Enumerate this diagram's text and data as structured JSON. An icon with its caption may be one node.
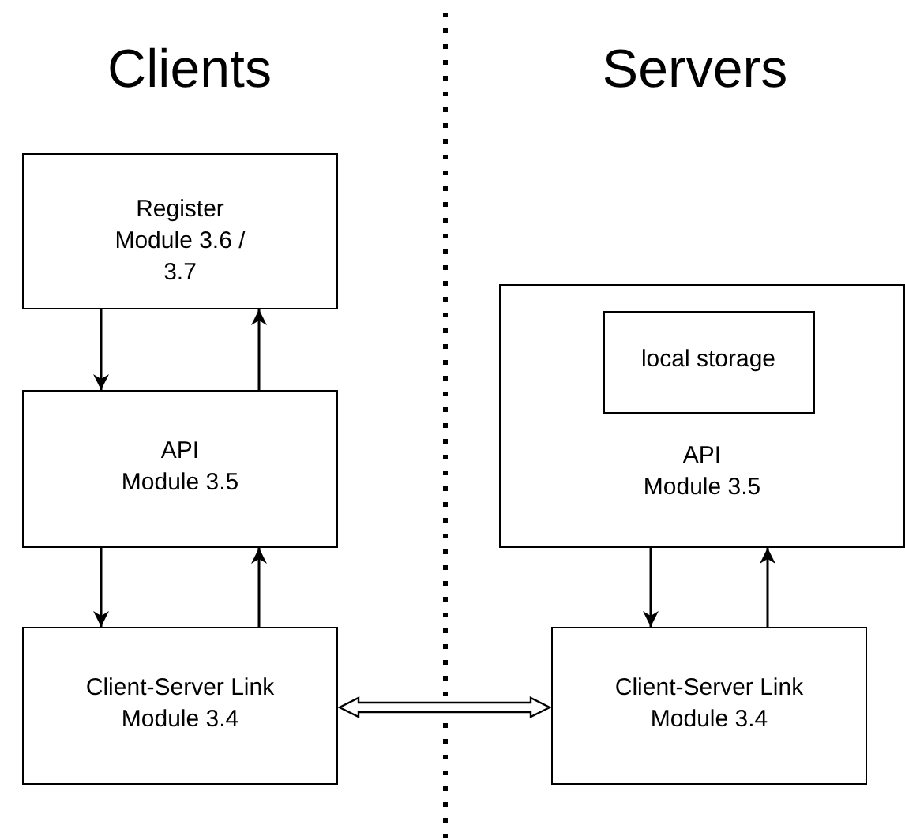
{
  "diagram": {
    "nodes": [
      {
        "text": [
          "Register Module 3.6 / 3.7"
        ]
      },
      {
        "text": [
          "API Module 3.5"
        ]
      },
      {
        "text": [
          "Client-Server Link Module 3.4"
        ]
      },
      {
        "text": [
          "API Module 3.5"
        ]
      },
      {
        "text": [
          "local storage"
        ],
        "in": 3
      },
      {
        "text": [
          "Client-Server Link Module 3.4"
        ]
      }
    ],
    "edges": [
      {
        "from": 0,
        "to": 1,
        "arrow": "to"
      },
      {
        "from": 1,
        "to": 0,
        "arrow": "to"
      },
      {
        "from": 1,
        "to": 2,
        "arrow": "to"
      },
      {
        "from": 2,
        "to": 1,
        "arrow": "to"
      },
      {
        "from": 3,
        "to": 5,
        "arrow": "to"
      },
      {
        "from": 5,
        "to": 3,
        "arrow": "to"
      },
      {
        "from": 2,
        "to": 5,
        "arrow": "both",
        "style": "thick"
      }
    ],
    "labels": [
      "Clients",
      "Servers"
    ]
  }
}
